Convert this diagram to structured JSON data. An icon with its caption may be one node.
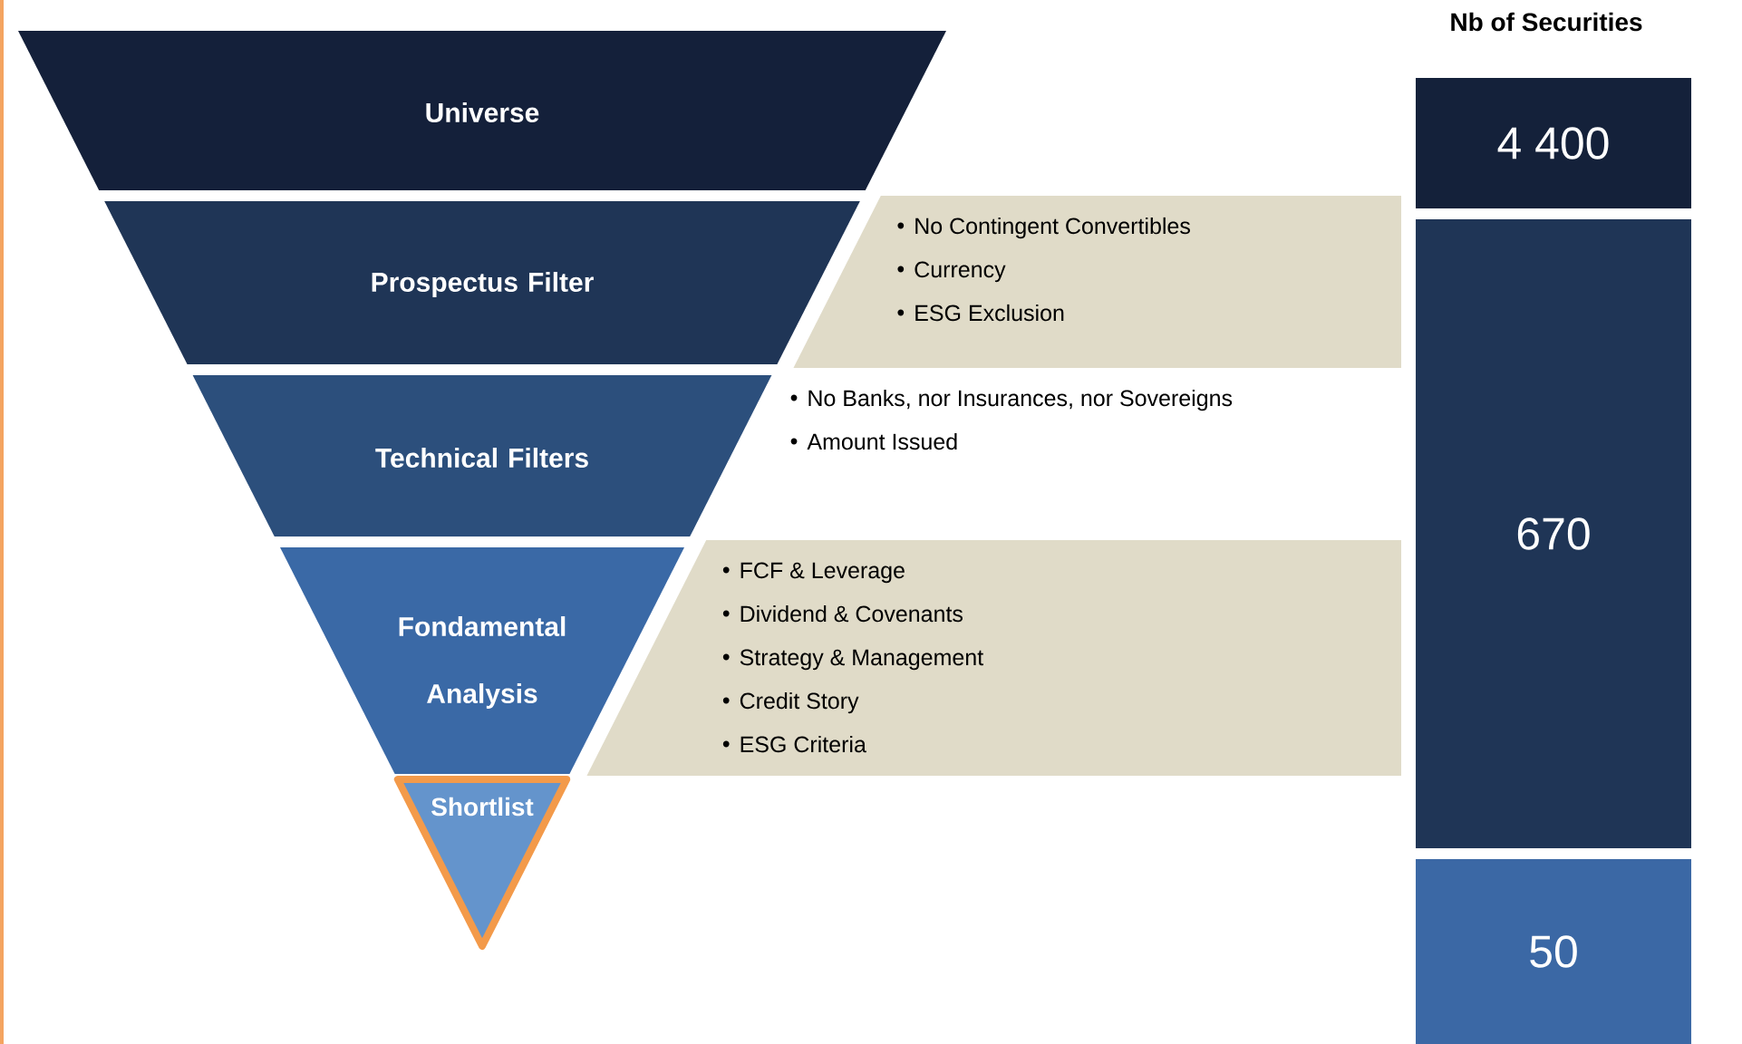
{
  "diagram": {
    "title": "Nb of Securities",
    "nodes": [
      {
        "text": [
          "Universe"
        ]
      },
      {
        "text": [
          "Prospectus Filter"
        ]
      },
      {
        "text": [
          "Technical Filters"
        ],
        "beside": [
          "No Banks, nor Insurances, nor Sovereigns",
          "Amount Issued"
        ]
      },
      {
        "text": [
          "Fondamental Analysis"
        ]
      },
      {
        "text": [
          "Shortlist"
        ]
      },
      {
        "text": [
          "No Contingent Convertibles",
          "Currency",
          "ESG Exclusion"
        ]
      },
      {
        "text": [
          "FCF & Leverage",
          "Dividend & Covenants",
          "Strategy & Management",
          "Credit Story",
          "ESG Criteria"
        ]
      },
      {
        "text": [
          "4 400"
        ]
      },
      {
        "text": [
          "670"
        ]
      },
      {
        "text": [
          "50"
        ]
      }
    ]
  }
}
